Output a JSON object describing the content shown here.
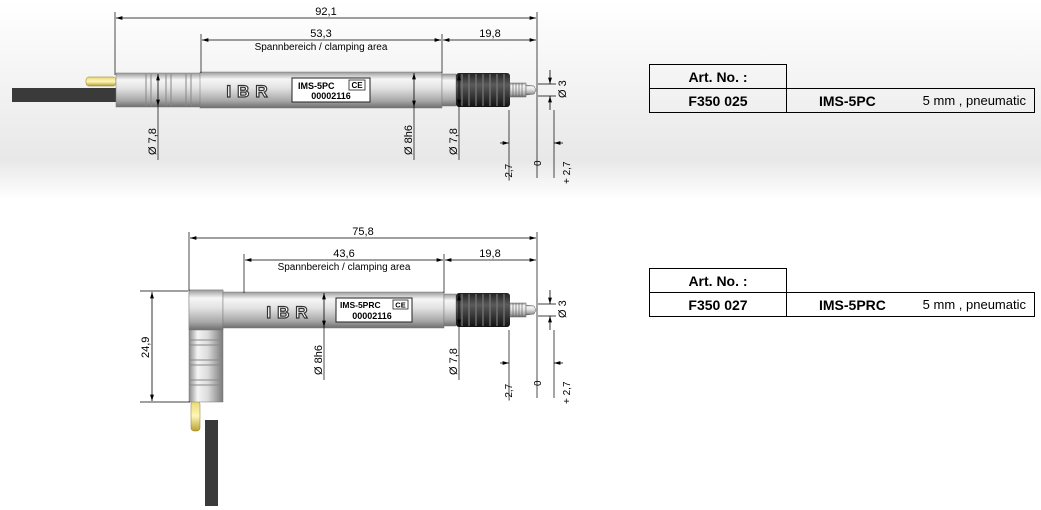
{
  "drawing1": {
    "overall_length": "92,1",
    "clamping_length": "53,3",
    "clamping_label": "Spannbereich  / clamping area",
    "tip_length": "19,8",
    "left_diameter": "Ø 7,8",
    "body_diameter": "Ø 8h6",
    "bellows_diameter": "Ø 7,8",
    "tip_diameter": "Ø 3",
    "stroke_minus": "-2,7",
    "stroke_zero": "0",
    "stroke_plus": "+ 2,7",
    "logo": "IBR",
    "model_label": "IMS-5PC",
    "serial_label": "00002116",
    "ce_mark": "CE"
  },
  "drawing2": {
    "overall_length": "75,8",
    "clamping_length": "43,6",
    "clamping_label": "Spannbereich  / clamping area",
    "tip_length": "19,8",
    "height": "24,9",
    "body_diameter": "Ø 8h6",
    "bellows_diameter": "Ø 7,8",
    "tip_diameter": "Ø 3",
    "stroke_minus": "-2,7",
    "stroke_zero": "0",
    "stroke_plus": "+ 2,7",
    "logo": "IBR",
    "model_label": "IMS-5PRC",
    "serial_label": "00002116",
    "ce_mark": "CE"
  },
  "table1": {
    "header": "Art. No. :",
    "article": "F350 025",
    "model": "IMS-5PC",
    "spec": "5 mm ,  pneumatic"
  },
  "table2": {
    "header": "Art. No. :",
    "article": "F350 027",
    "model": "IMS-5PRC",
    "spec": "5 mm ,  pneumatic"
  }
}
